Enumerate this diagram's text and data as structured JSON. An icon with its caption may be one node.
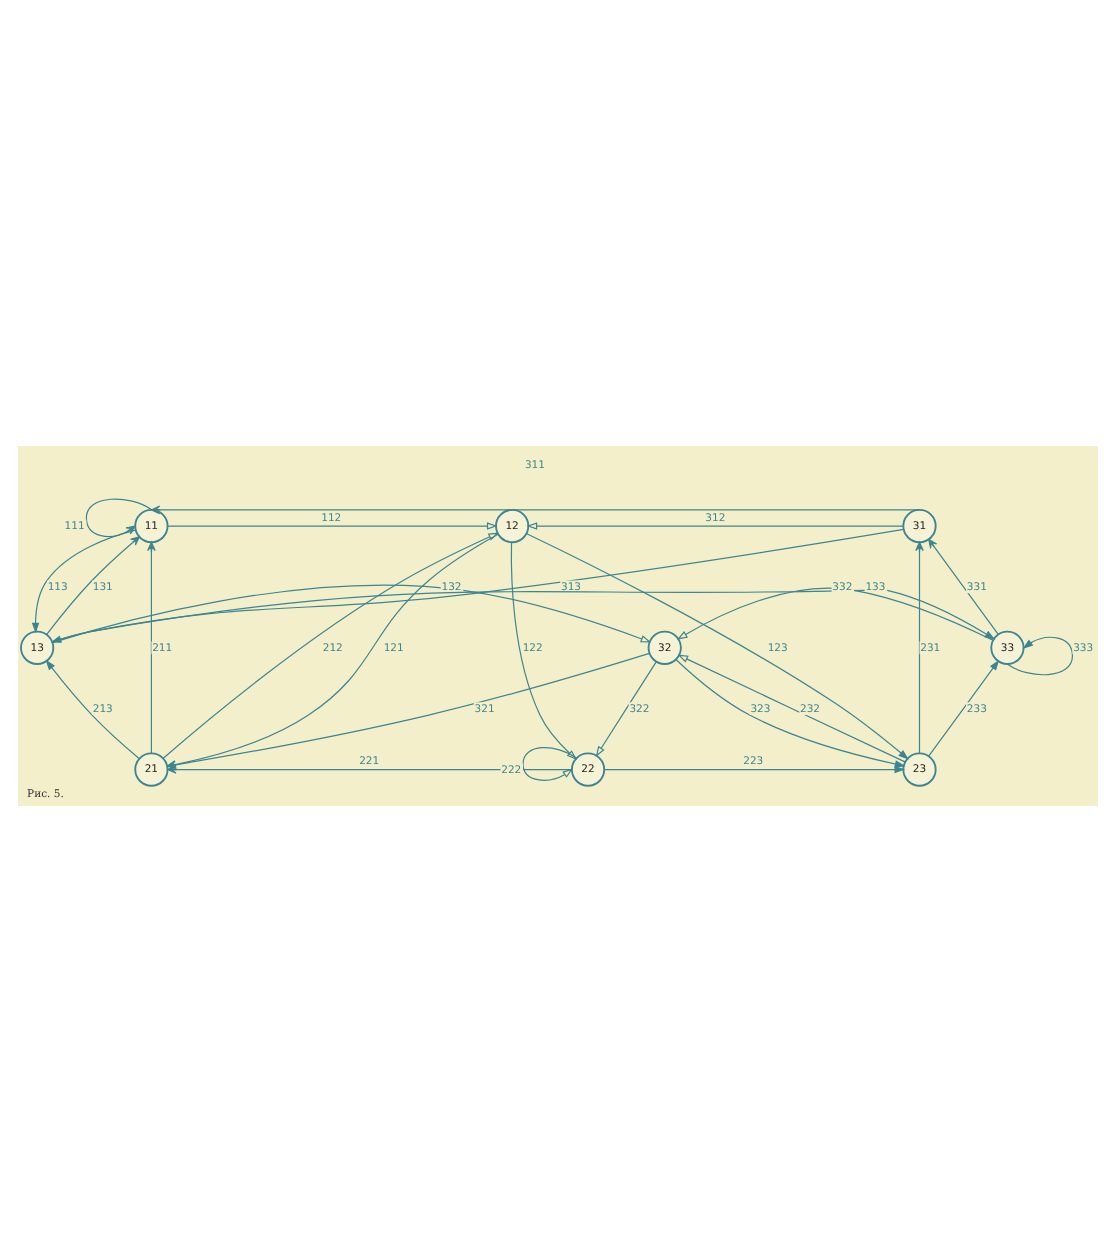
{
  "diagram": {
    "caption": "Рис. 5.",
    "nodes": [
      {
        "text": [
          "11"
        ]
      },
      {
        "text": [
          "12"
        ]
      },
      {
        "text": [
          "31"
        ]
      },
      {
        "text": [
          "21"
        ]
      },
      {
        "text": [
          "22"
        ]
      },
      {
        "text": [
          "23"
        ]
      },
      {
        "text": [
          "13"
        ]
      },
      {
        "text": [
          "32"
        ]
      },
      {
        "text": [
          "33"
        ]
      }
    ],
    "edges": [
      {
        "from": 0,
        "to": 0,
        "arrow": "to",
        "label": "111"
      },
      {
        "from": 6,
        "to": 0,
        "arrow": "to",
        "label": "131"
      },
      {
        "from": 2,
        "to": 0,
        "arrow": "to",
        "label": "311"
      },
      {
        "from": 0,
        "to": 1,
        "arrow": "to",
        "label": "112"
      },
      {
        "from": 2,
        "to": 1,
        "arrow": "to",
        "label": "312"
      },
      {
        "from": 1,
        "to": 3,
        "arrow": "to",
        "label": "121"
      },
      {
        "from": 3,
        "to": 1,
        "arrow": "to",
        "label": "212"
      },
      {
        "from": 1,
        "to": 4,
        "arrow": "to",
        "label": "122"
      },
      {
        "from": 1,
        "to": 5,
        "arrow": "to",
        "label": "123"
      },
      {
        "from": 3,
        "to": 0,
        "arrow": "to",
        "label": "211"
      },
      {
        "from": 0,
        "to": 6,
        "arrow": "to",
        "label": "113"
      },
      {
        "from": 5,
        "to": 2,
        "arrow": "to",
        "label": "231"
      },
      {
        "from": 8,
        "to": 2,
        "arrow": "to",
        "label": "331"
      },
      {
        "from": 2,
        "to": 6,
        "arrow": "to",
        "label": "313"
      },
      {
        "from": 4,
        "to": 4,
        "arrow": "to",
        "label": "222"
      },
      {
        "from": 4,
        "to": 3,
        "arrow": "to",
        "label": "221"
      },
      {
        "from": 4,
        "to": 5,
        "arrow": "to",
        "label": "223"
      },
      {
        "from": 3,
        "to": 6,
        "arrow": "to",
        "label": "213"
      },
      {
        "from": 7,
        "to": 3,
        "arrow": "to",
        "label": "321"
      },
      {
        "from": 7,
        "to": 4,
        "arrow": "to",
        "label": "322"
      },
      {
        "from": 5,
        "to": 7,
        "arrow": "to",
        "label": "232"
      },
      {
        "from": 7,
        "to": 5,
        "arrow": "to",
        "label": "323"
      },
      {
        "from": 5,
        "to": 8,
        "arrow": "to",
        "label": "233"
      },
      {
        "from": 6,
        "to": 7,
        "arrow": "to",
        "label": "132"
      },
      {
        "from": 8,
        "to": 7,
        "arrow": "to",
        "label": "332"
      },
      {
        "from": 8,
        "to": 8,
        "arrow": "to",
        "label": "333"
      },
      {
        "from": 6,
        "to": 8,
        "arrow": "to",
        "label": "133"
      }
    ]
  }
}
